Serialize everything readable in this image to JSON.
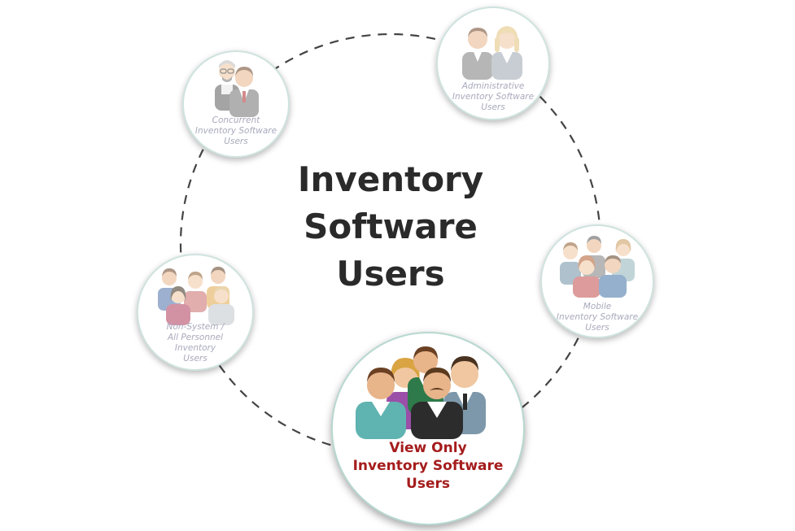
{
  "center_title": [
    "Inventory",
    "Software",
    "Users"
  ],
  "colors": {
    "active_label": "#a51c1c",
    "faded_label": "#a9a9bd",
    "ring": "#444444",
    "title": "#2a2a2a"
  },
  "nodes": [
    {
      "id": "concurrent",
      "icon": "user-group-icon",
      "label": [
        "Concurrent",
        "Inventory Software",
        "Users"
      ],
      "active": false
    },
    {
      "id": "administrative",
      "icon": "user-group-icon",
      "label": [
        "Administrative",
        "Inventory Software",
        "Users"
      ],
      "active": false
    },
    {
      "id": "mobile",
      "icon": "user-group-icon",
      "label": [
        "Mobile",
        "Inventory Software",
        "Users"
      ],
      "active": false
    },
    {
      "id": "view-only",
      "icon": "user-group-icon",
      "label": [
        "View Only",
        "Inventory Software",
        "Users"
      ],
      "active": true
    },
    {
      "id": "non-system",
      "icon": "user-group-icon",
      "label": [
        "Non-System /",
        "All Personnel",
        "Inventory",
        "Users"
      ],
      "active": false
    }
  ]
}
